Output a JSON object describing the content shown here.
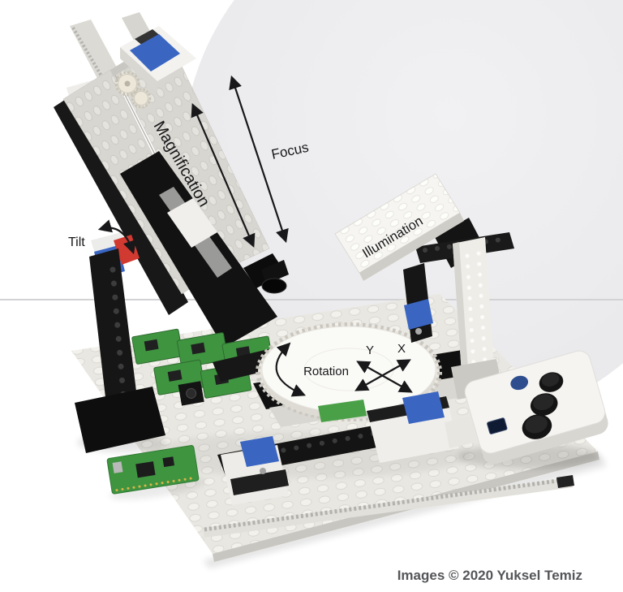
{
  "annotations": {
    "magnification": "Magnification",
    "focus": "Focus",
    "tilt": "Tilt",
    "illumination": "Illumination",
    "rotation": "Rotation",
    "axis_y": "Y",
    "axis_x": "X"
  },
  "credit": "Images © 2020 Yuksel Temiz",
  "colors": {
    "motor_blue": "#3a66c2",
    "tilt_red": "#d03a31",
    "pcb_green": "#3f9440",
    "knob_blue": "#2d4d8e",
    "credit_text": "#55565a"
  }
}
